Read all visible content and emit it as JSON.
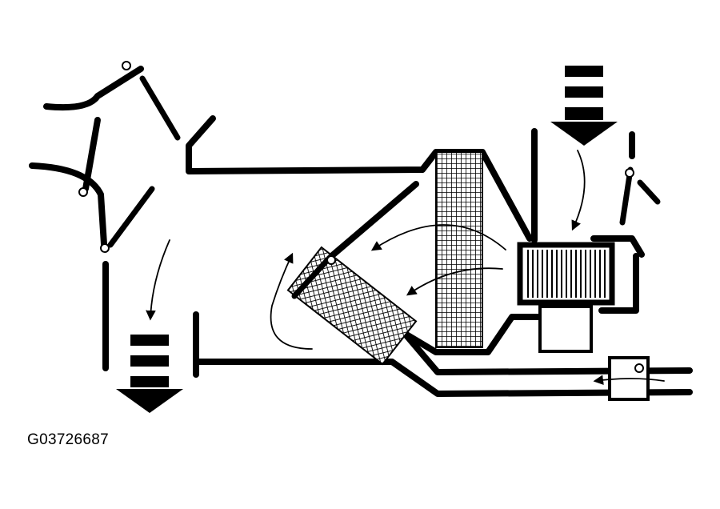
{
  "figure": {
    "code": "G03726687",
    "type": "hvac-air-distribution-schematic",
    "components": {
      "evaporator": "crosshatch-core",
      "heater_core": "crosshatch-core",
      "blower": "blower-wheel",
      "water_valve": "heater-valve"
    },
    "icons": [
      "air-inlet-arrow-icon",
      "air-outlet-arrow-icon",
      "flow-arrow-icon",
      "door-pivot-icon"
    ],
    "colors": {
      "ink": "#000000",
      "background": "#ffffff"
    }
  }
}
